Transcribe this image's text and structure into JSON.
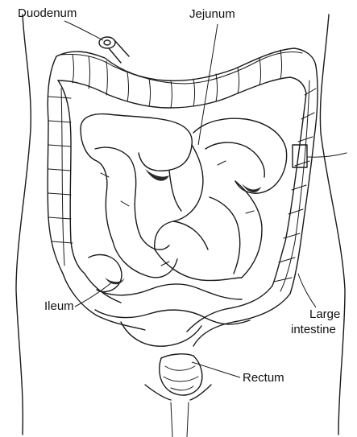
{
  "labels": {
    "duodenum": "Duodenum",
    "jejunum": "Jejunum",
    "ileum": "Ileum",
    "large_line1": "Large",
    "large_line2": "intestine",
    "rectum": "Rectum"
  }
}
